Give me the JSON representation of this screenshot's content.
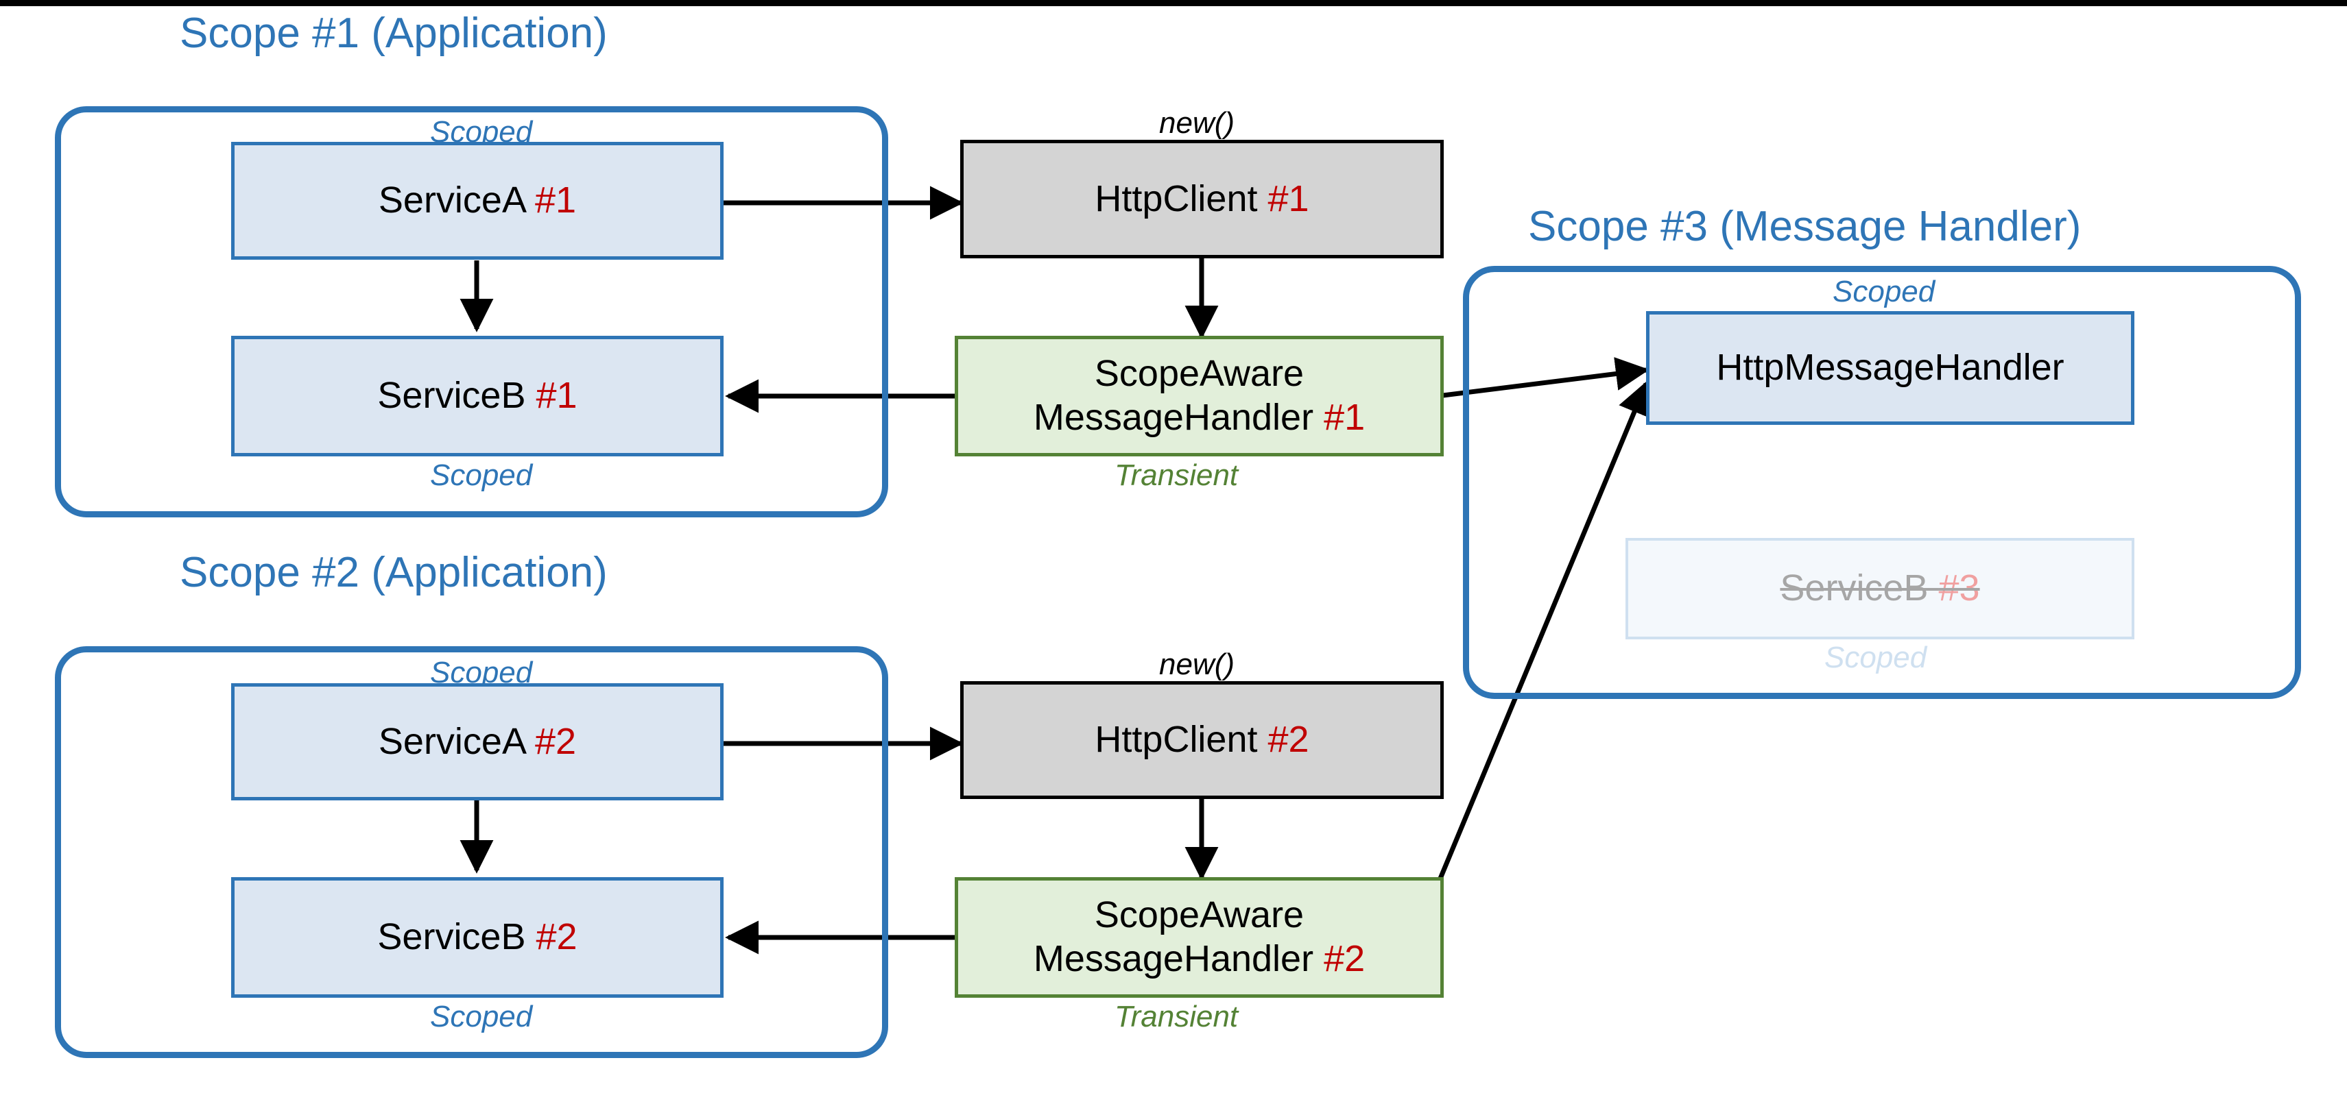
{
  "diagram": {
    "title": "HttpClient message handler scope diagram",
    "colors": {
      "scope_border": "#2e75b6",
      "scope_title": "#2e75b6",
      "node_blue_fill": "#dce6f2",
      "node_blue_border": "#2e75b6",
      "node_gray_fill": "#d4d4d4",
      "node_gray_border": "#000000",
      "node_green_fill": "#e2efda",
      "node_green_border": "#548235",
      "instance_number": "#c00000",
      "transient_caption": "#548235",
      "scoped_caption": "#2e75b6",
      "faded": "#cfe0f0",
      "arrow": "#000000"
    },
    "scopes": [
      {
        "id": "scope1",
        "title": "Scope #1 (Application)"
      },
      {
        "id": "scope2",
        "title": "Scope #2 (Application)"
      },
      {
        "id": "scope3",
        "title": "Scope #3 (Message Handler)"
      }
    ],
    "nodes": {
      "service_a_1": {
        "name": "ServiceA",
        "number": "#1",
        "lifetime": "Scoped",
        "lifetime_position": "above"
      },
      "service_b_1": {
        "name": "ServiceB",
        "number": "#1",
        "lifetime": "Scoped",
        "lifetime_position": "below"
      },
      "http_client_1": {
        "name": "HttpClient",
        "number": "#1",
        "lifetime": "new()",
        "lifetime_position": "above"
      },
      "handler_1": {
        "name_line1": "ScopeAware",
        "name_line2": "MessageHandler",
        "number": "#1",
        "lifetime": "Transient",
        "lifetime_position": "below"
      },
      "service_a_2": {
        "name": "ServiceA",
        "number": "#2",
        "lifetime": "Scoped",
        "lifetime_position": "above"
      },
      "service_b_2": {
        "name": "ServiceB",
        "number": "#2",
        "lifetime": "Scoped",
        "lifetime_position": "below"
      },
      "http_client_2": {
        "name": "HttpClient",
        "number": "#2",
        "lifetime": "new()",
        "lifetime_position": "above"
      },
      "handler_2": {
        "name_line1": "ScopeAware",
        "name_line2": "MessageHandler",
        "number": "#2",
        "lifetime": "Transient",
        "lifetime_position": "below"
      },
      "http_message_handler": {
        "name": "HttpMessageHandler",
        "number": "",
        "lifetime": "Scoped",
        "lifetime_position": "above"
      },
      "service_b_3": {
        "name": "ServiceB",
        "number": "#3",
        "lifetime": "Scoped",
        "lifetime_position": "below",
        "state": "struck-through-faded"
      }
    },
    "edges": [
      {
        "from": "service_a_1",
        "to": "http_client_1",
        "style": "solid-arrow"
      },
      {
        "from": "service_a_1",
        "to": "service_b_1",
        "style": "solid-arrow"
      },
      {
        "from": "http_client_1",
        "to": "handler_1",
        "style": "solid-arrow"
      },
      {
        "from": "handler_1",
        "to": "service_b_1",
        "style": "solid-arrow"
      },
      {
        "from": "handler_1",
        "to": "http_message_handler",
        "style": "solid-arrow"
      },
      {
        "from": "service_a_2",
        "to": "http_client_2",
        "style": "solid-arrow"
      },
      {
        "from": "service_a_2",
        "to": "service_b_2",
        "style": "solid-arrow"
      },
      {
        "from": "http_client_2",
        "to": "handler_2",
        "style": "solid-arrow"
      },
      {
        "from": "handler_2",
        "to": "service_b_2",
        "style": "solid-arrow"
      },
      {
        "from": "handler_2",
        "to": "http_message_handler",
        "style": "solid-arrow"
      }
    ]
  }
}
